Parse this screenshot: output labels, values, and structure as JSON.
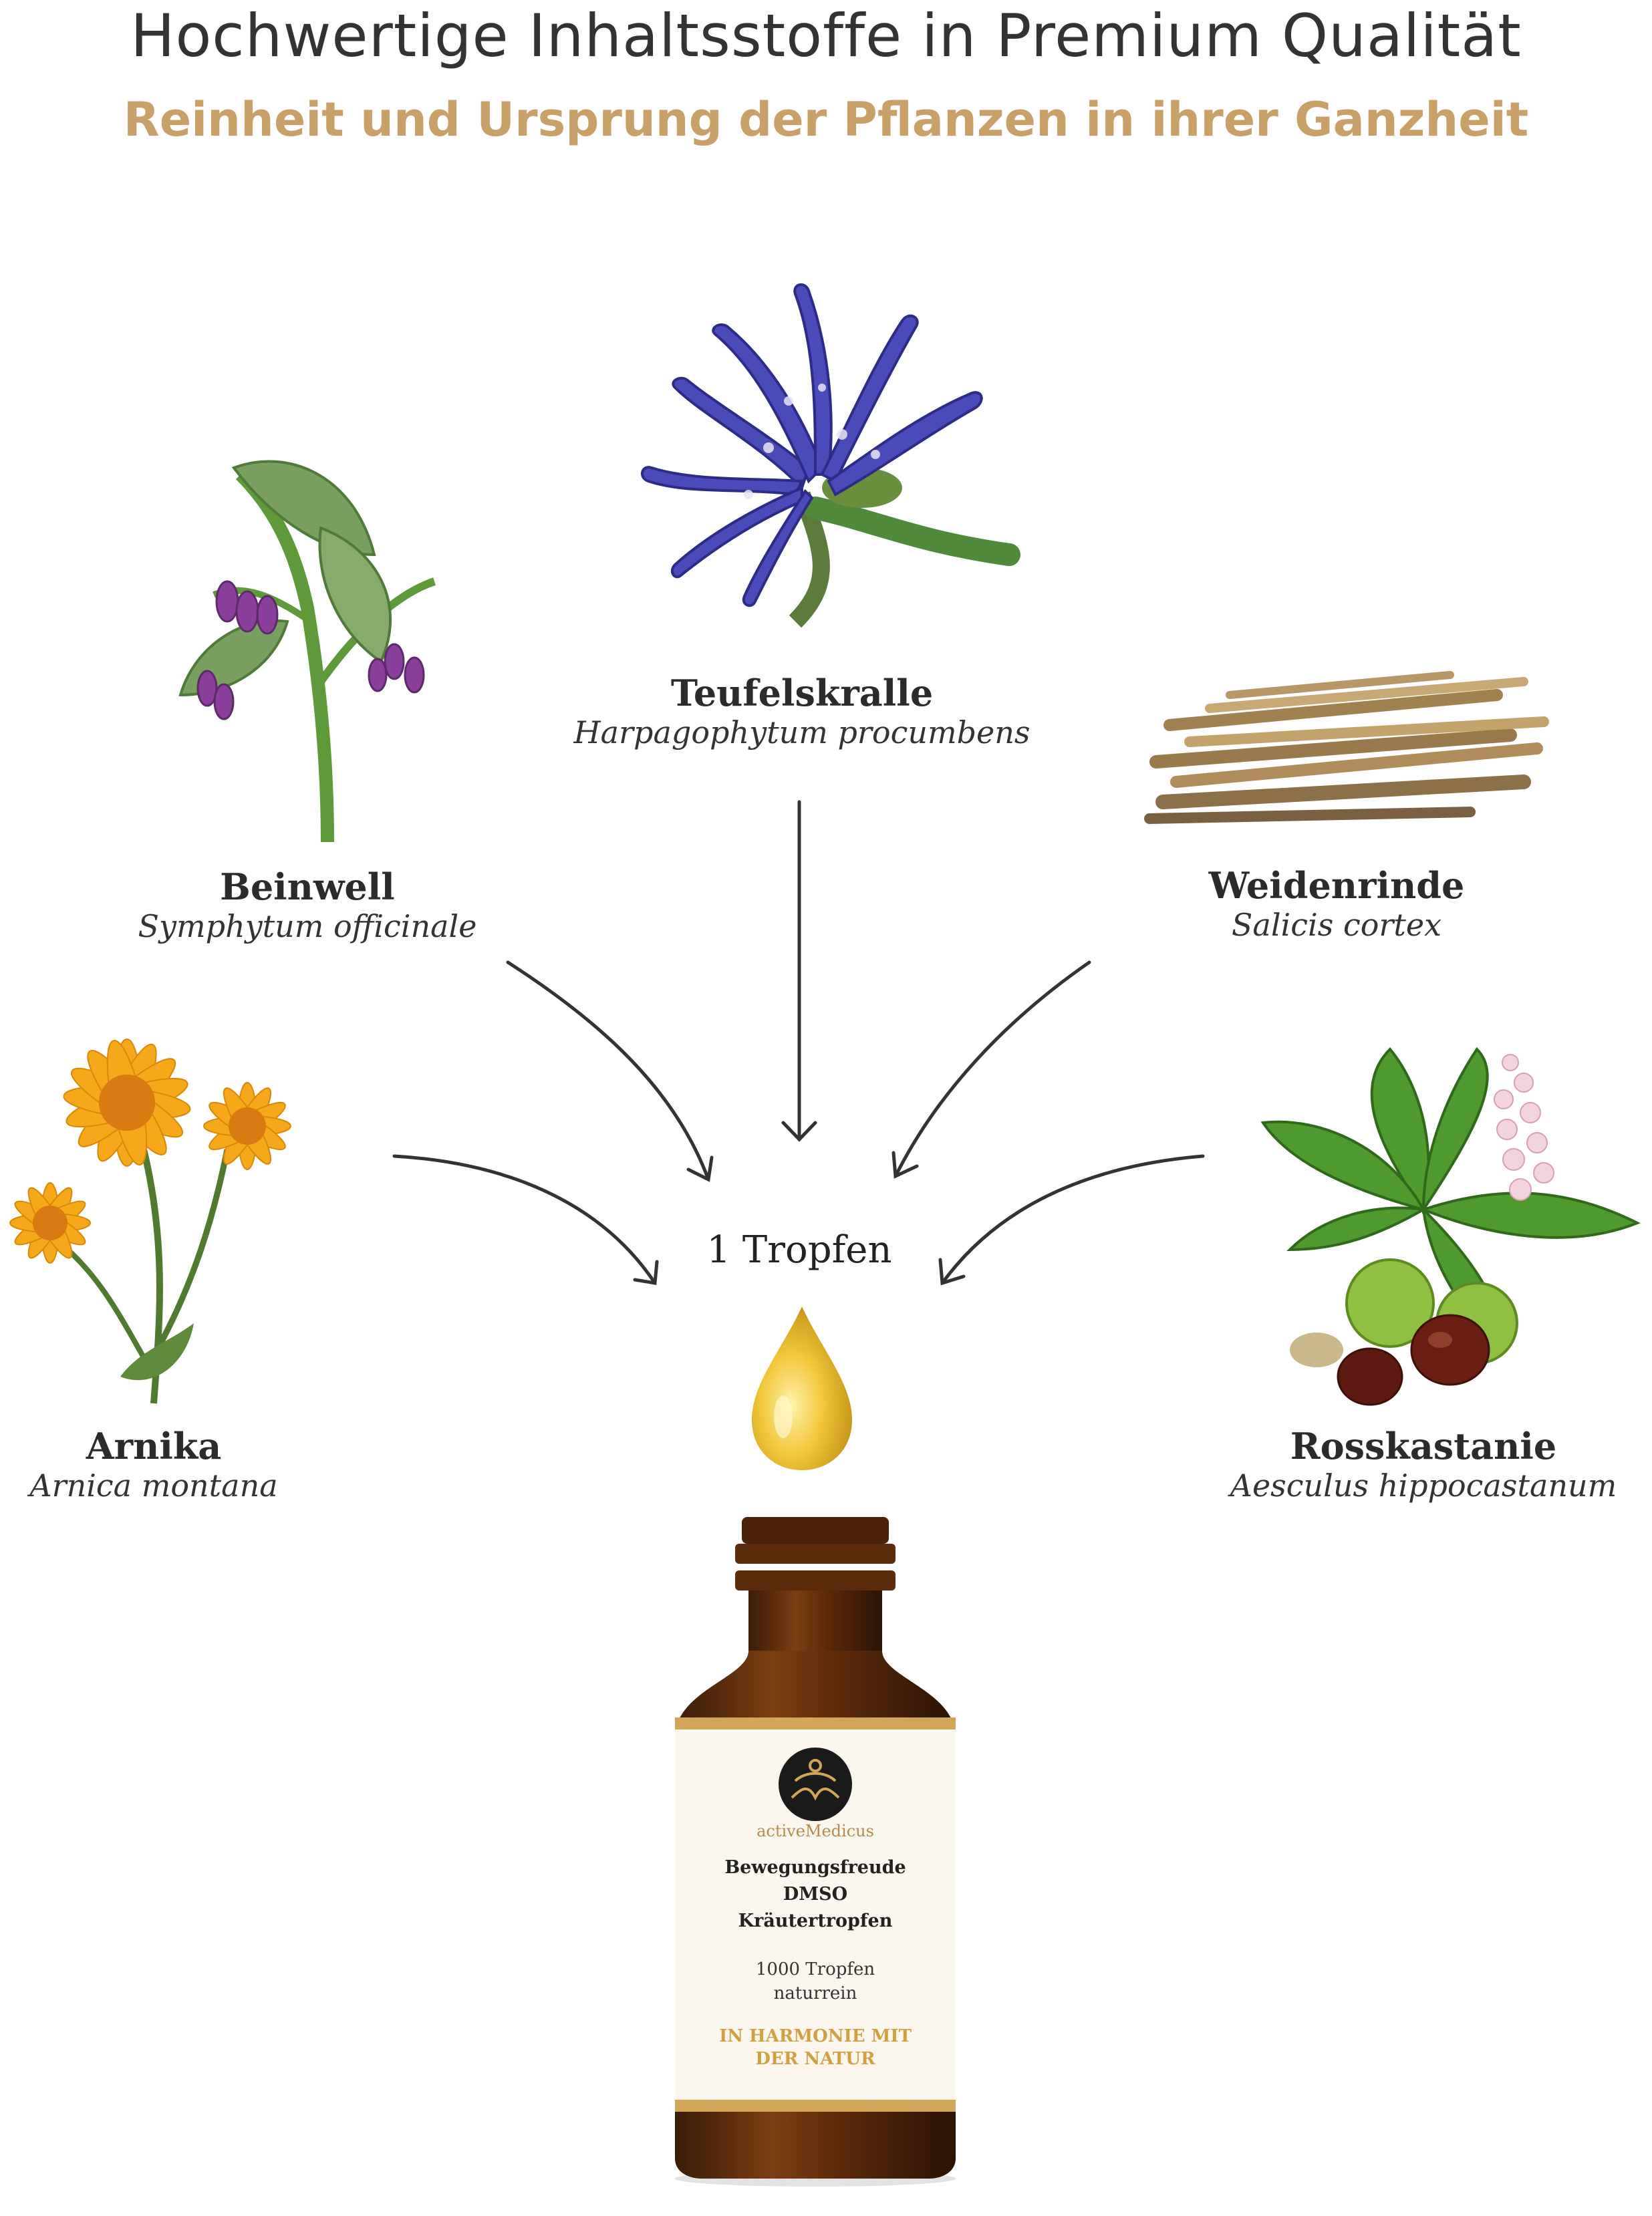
{
  "header": {
    "title": "Hochwertige Inhaltsstoffe in Premium Qualität",
    "subtitle": "Reinheit und Ursprung der Pflanzen in ihrer Ganzheit"
  },
  "plants": [
    {
      "name": "Teufelskralle",
      "latin": "Harpagophytum procumbens"
    },
    {
      "name": "Beinwell",
      "latin": "Symphytum officinale"
    },
    {
      "name": "Weidenrinde",
      "latin": "Salicis cortex"
    },
    {
      "name": "Arnika",
      "latin": "Arnica montana"
    },
    {
      "name": "Rosskastanie",
      "latin": "Aesculus hippocastanum"
    }
  ],
  "center": {
    "drop_label": "1 Tropfen"
  },
  "bottle": {
    "brand": "activeMedicus",
    "product_line1": "Bewegungsfreude",
    "product_line2": "DMSO",
    "product_line3": "Kräutertropfen",
    "info_line1": "1000 Tropfen",
    "info_line2": "naturrein",
    "slogan_line1": "IN HARMONIE MIT",
    "slogan_line2": "DER NATUR"
  },
  "colors": {
    "accent_gold": "#c8a068",
    "text_dark": "#333333",
    "arrow": "#333333"
  }
}
